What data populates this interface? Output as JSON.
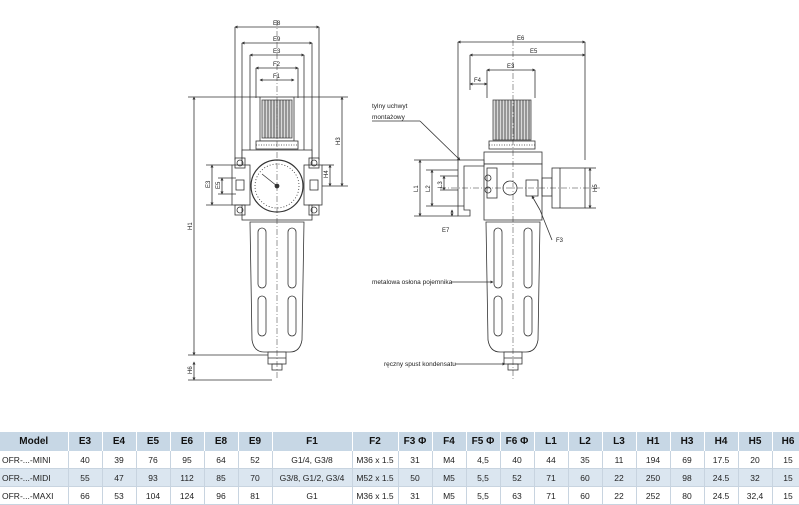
{
  "drawing": {
    "front_dims": {
      "e8": "E8",
      "e9": "E9",
      "e3": "E3",
      "f2": "F2",
      "f1": "F1",
      "h3": "H3",
      "e3v": "E3",
      "e5v": "E5",
      "h1": "H1",
      "h4": "H4",
      "h6": "H6"
    },
    "side_dims": {
      "e6": "E6",
      "e5": "E5",
      "e3": "E3",
      "f4": "F4",
      "l1": "L1",
      "l2": "L2",
      "l3": "L3",
      "e7": "E7",
      "h5": "H5",
      "f3": "F3"
    },
    "labels": {
      "mounting_line1": "tylny uchwyt",
      "mounting_line2": "montażowy",
      "bowl_guard": "metalowa osłona pojemnika",
      "manual_drain": "ręczny spust kondensatu"
    }
  },
  "table": {
    "headers": [
      "Model",
      "E3",
      "E4",
      "E5",
      "E6",
      "E8",
      "E9",
      "F1",
      "F2",
      "F3 Φ",
      "F4",
      "F5 Φ",
      "F6 Φ",
      "L1",
      "L2",
      "L3",
      "H1",
      "H3",
      "H4",
      "H5",
      "H6"
    ],
    "rows": [
      [
        "OFR-...-MINI",
        "40",
        "39",
        "76",
        "95",
        "64",
        "52",
        "G1/4, G3/8",
        "M36 x 1.5",
        "31",
        "M4",
        "4,5",
        "40",
        "44",
        "35",
        "11",
        "194",
        "69",
        "17.5",
        "20",
        "15"
      ],
      [
        "OFR-...-MIDI",
        "55",
        "47",
        "93",
        "112",
        "85",
        "70",
        "G3/8, G1/2, G3/4",
        "M52 x 1.5",
        "50",
        "M5",
        "5,5",
        "52",
        "71",
        "60",
        "22",
        "250",
        "98",
        "24.5",
        "32",
        "15"
      ],
      [
        "OFR-...-MAXI",
        "66",
        "53",
        "104",
        "124",
        "96",
        "81",
        "G1",
        "M36 x 1.5",
        "31",
        "M5",
        "5,5",
        "63",
        "71",
        "60",
        "22",
        "252",
        "80",
        "24.5",
        "32,4",
        "15"
      ]
    ]
  }
}
